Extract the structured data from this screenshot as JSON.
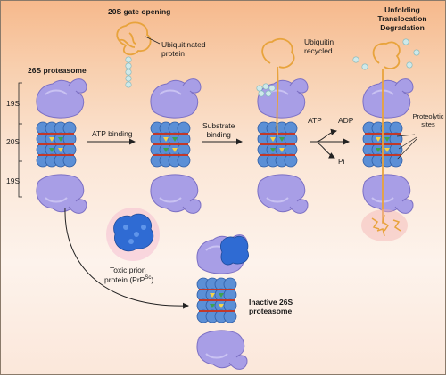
{
  "labels": {
    "gate_opening": "20S gate opening",
    "ubiquitinated_protein": "Ubiquitinated\nprotein",
    "proteasome_26s": "26S proteasome",
    "seg_19s_top": "19S",
    "seg_20s": "20S",
    "seg_19s_bottom": "19S",
    "atp_binding": "ATP binding",
    "substrate_binding": "Substrate\nbinding",
    "ubiquitin_recycled": "Ubiquitin\nrecycled",
    "unfolding": "Unfolding\nTranslocation\nDegradation",
    "atp": "ATP",
    "adp": "ADP",
    "pi": "Pi",
    "proteolytic_sites": "Proteolytic\nsites",
    "toxic_prion_line1": "Toxic prion",
    "toxic_prion_line2": "protein (PrP",
    "toxic_prion_sup": "Sc",
    "toxic_prion_end": ")",
    "inactive": "Inactive 26S\nproteasome"
  },
  "colors": {
    "regulatory_19s": "#a89ee6",
    "core_ring": "#5b8fd6",
    "ring_band": "#c0392b",
    "site_yellow": "#f3d34a",
    "site_green": "#3fa34d",
    "ubiquitin": "#cfe9ea",
    "substrate": "#e8a33c",
    "prion": "#2f6bd3"
  }
}
